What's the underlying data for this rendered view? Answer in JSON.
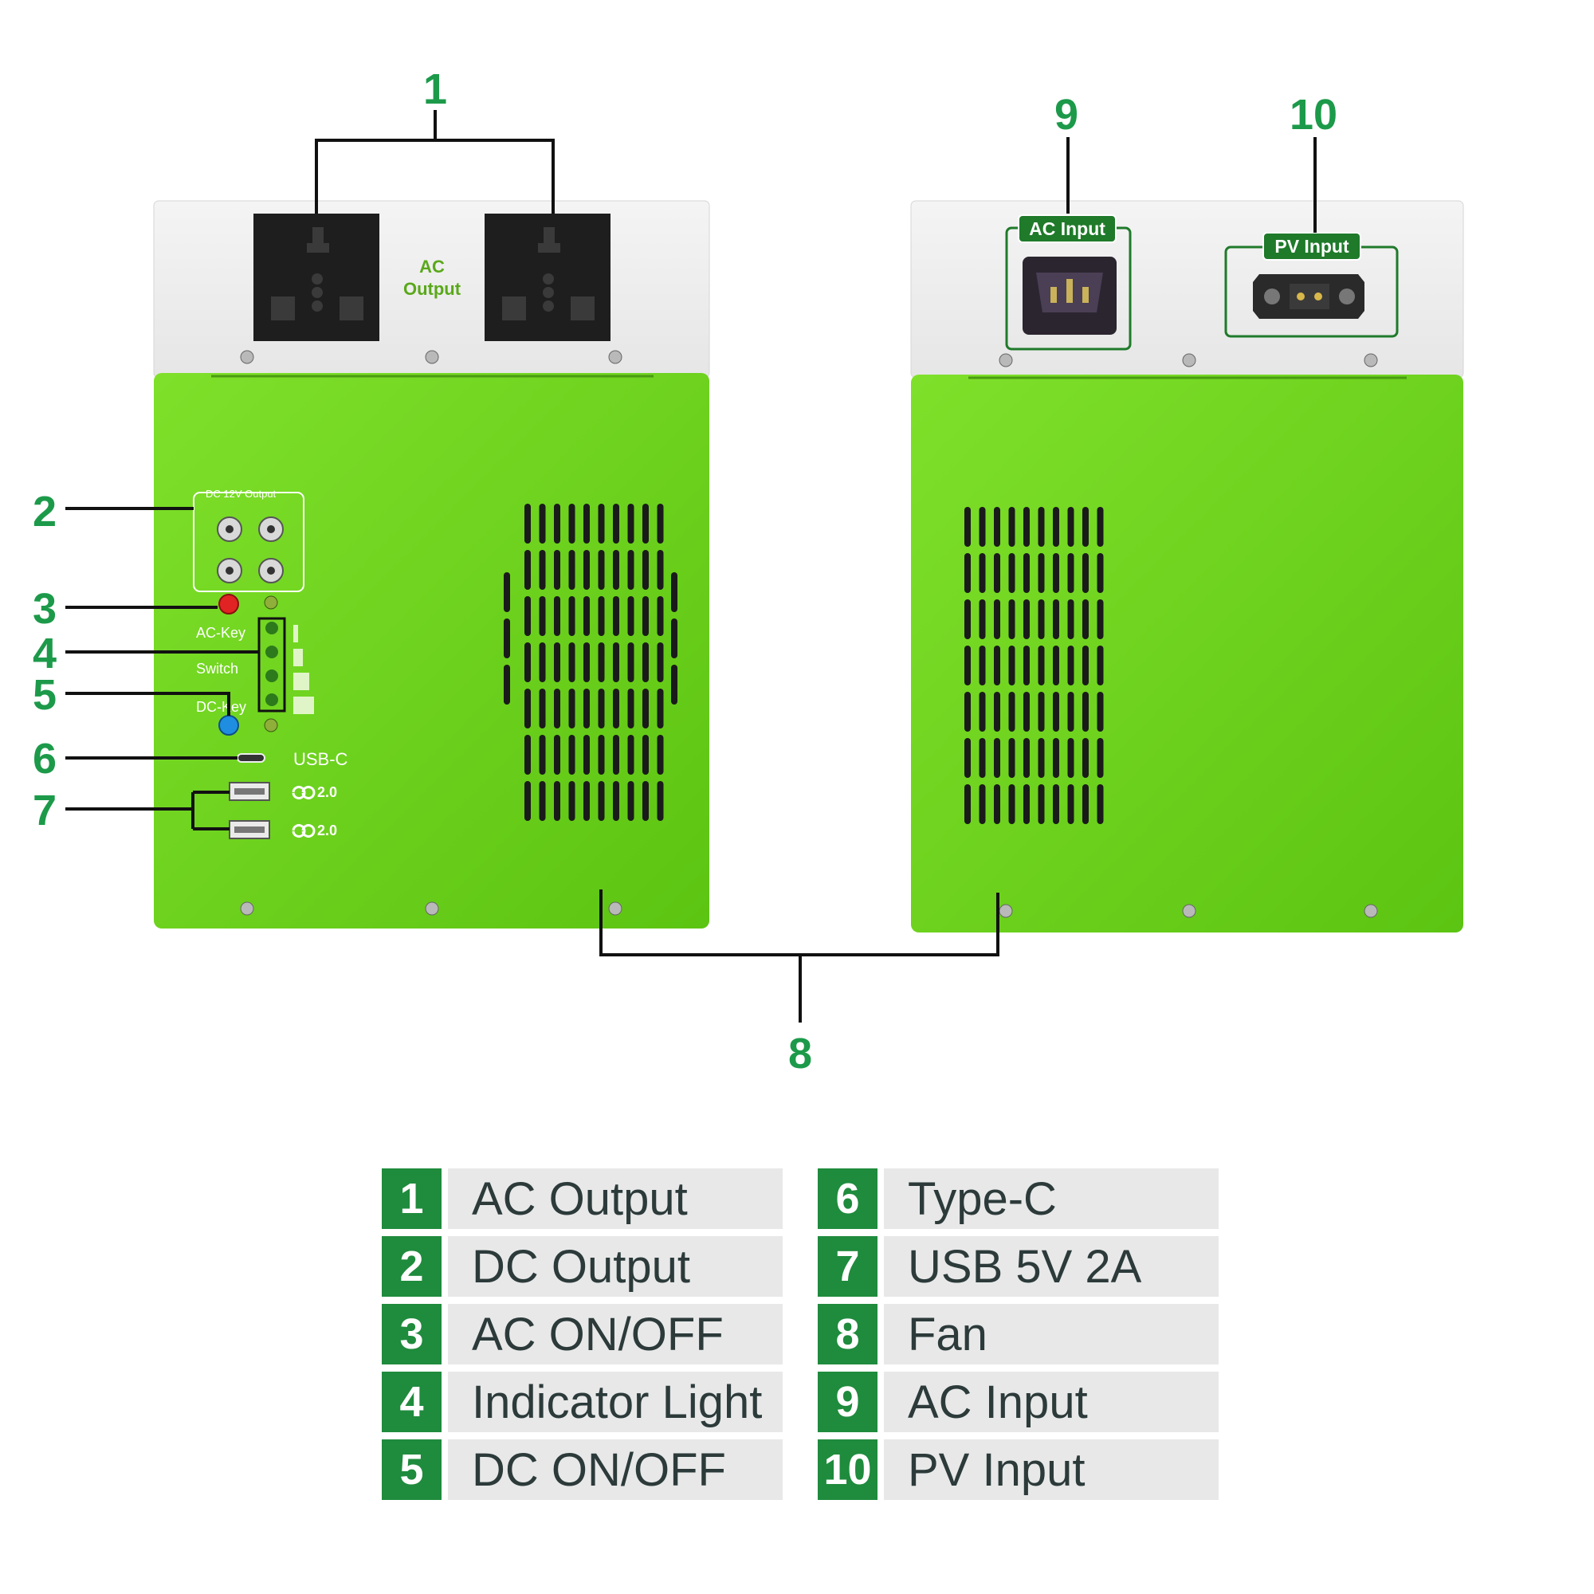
{
  "callouts": [
    "1",
    "2",
    "3",
    "4",
    "5",
    "6",
    "7",
    "8",
    "9",
    "10"
  ],
  "front_panel": {
    "ac_output_label_1": "AC",
    "ac_output_label_2": "Output",
    "dc_group_label": "DC 12V Output",
    "ac_key_label": "AC-Key",
    "switch_label": "Switch",
    "dc_key_label": "DC-Key",
    "usbc_label": "USB-C",
    "usb_label_1": "2.0",
    "usb_label_2": "2.0"
  },
  "rear_panel": {
    "ac_input_tag": "AC Input",
    "pv_input_tag": "PV Input"
  },
  "legend": [
    {
      "num": "1",
      "text": "AC Output"
    },
    {
      "num": "2",
      "text": "DC Output"
    },
    {
      "num": "3",
      "text": "AC ON/OFF"
    },
    {
      "num": "4",
      "text": "Indicator Light"
    },
    {
      "num": "5",
      "text": "DC ON/OFF"
    },
    {
      "num": "6",
      "text": "Type-C"
    },
    {
      "num": "7",
      "text": "USB 5V 2A"
    },
    {
      "num": "8",
      "text": "Fan"
    },
    {
      "num": "9",
      "text": "AC Input"
    },
    {
      "num": "10",
      "text": "PV Input"
    }
  ],
  "colors": {
    "body_green": "#6fd21c",
    "label_green": "#1c9a4a",
    "tag_green": "#1f7a2a",
    "legend_num_bg": "#1f8b3d",
    "legend_text_bg": "#e8e8e8"
  }
}
